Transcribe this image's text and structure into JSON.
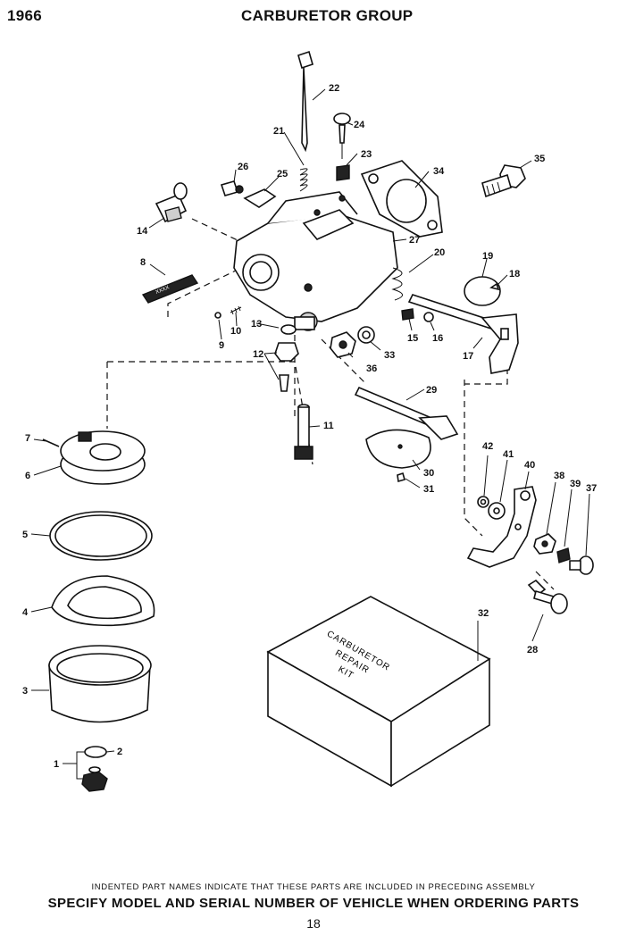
{
  "header": {
    "year": "1966",
    "title": "CARBURETOR GROUP"
  },
  "kit_label_lines": [
    "CARBURETOR",
    "REPAIR",
    "KIT"
  ],
  "plate_label": "XXXX",
  "callouts": {
    "c1": "1",
    "c2": "2",
    "c3": "3",
    "c4": "4",
    "c5": "5",
    "c6": "6",
    "c7": "7",
    "c8": "8",
    "c9": "9",
    "c10": "10",
    "c11": "11",
    "c12": "12",
    "c13": "13",
    "c14": "14",
    "c15": "15",
    "c16": "16",
    "c17": "17",
    "c18": "18",
    "c19": "19",
    "c20": "20",
    "c21": "21",
    "c22": "22",
    "c23": "23",
    "c24": "24",
    "c25": "25",
    "c26": "26",
    "c27": "27",
    "c28": "28",
    "c29": "29",
    "c30": "30",
    "c31": "31",
    "c32": "32",
    "c33": "33",
    "c34": "34",
    "c35": "35",
    "c36": "36",
    "c37": "37",
    "c38": "38",
    "c39": "39",
    "c40": "40",
    "c41": "41",
    "c42": "42"
  },
  "footer": {
    "note": "INDENTED PART NAMES INDICATE THAT THESE PARTS ARE INCLUDED IN PRECEDING ASSEMBLY",
    "main": "SPECIFY MODEL AND SERIAL NUMBER OF  VEHICLE  WHEN ORDERING PARTS",
    "page": "18"
  }
}
